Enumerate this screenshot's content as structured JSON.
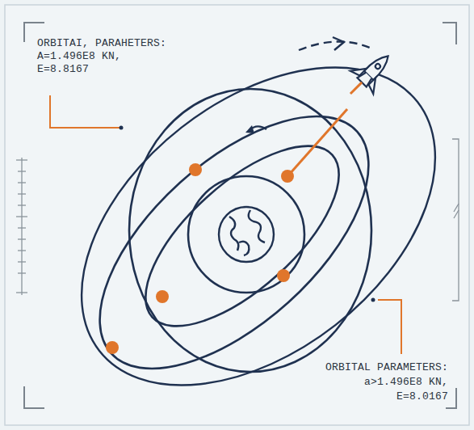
{
  "diagram": {
    "labels": [
      "ORBITAI, PARAHETERS:",
      "A=1.496E8 KN,",
      "E=8.8167",
      "ORBITAL PARAMETERS:",
      "a>1.496E8 KN,",
      "E=8.0167"
    ]
  }
}
